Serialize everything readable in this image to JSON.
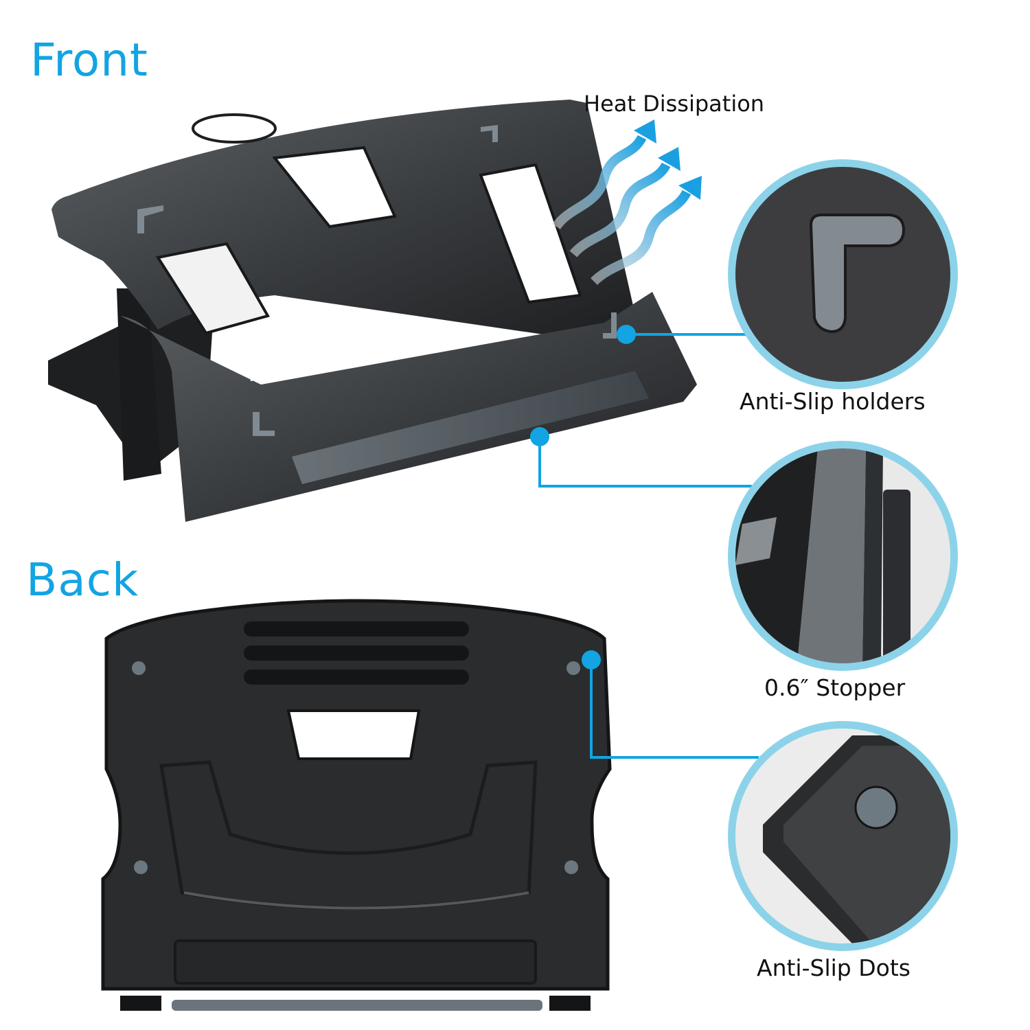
{
  "sections": {
    "front": {
      "title": "Front"
    },
    "back": {
      "title": "Back"
    }
  },
  "callouts": {
    "heat": {
      "label": "Heat Dissipation",
      "icon": "wavy-arrows-icon"
    },
    "holders": {
      "label": "Anti-Slip holders"
    },
    "stopper": {
      "label": "0.6″ Stopper"
    },
    "dots": {
      "label": "Anti-Slip Dots"
    }
  },
  "colors": {
    "accent": "#12a4e3",
    "circle_border": "#8cd3e9",
    "product_dark": "#2b2d2f",
    "product_grey": "#5d6368",
    "rubber": "#7f8a92"
  }
}
